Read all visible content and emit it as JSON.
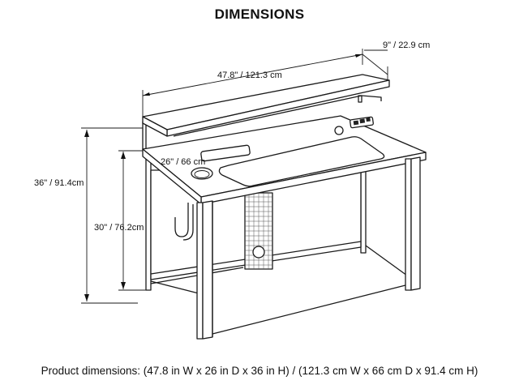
{
  "title": "DIMENSIONS",
  "dimensions": {
    "width": "47.8\" / 121.3 cm",
    "top_depth": "9\" / 22.9 cm",
    "depth": "26\" / 66 cm",
    "overall_height": "36\" / 91.4cm",
    "desk_height": "30\" / 76.2cm"
  },
  "caption": "Product dimensions: (47.8 in W x 26 in D x 36 in H) / (121.3 cm W x 66 cm D x 91.4 cm H)"
}
